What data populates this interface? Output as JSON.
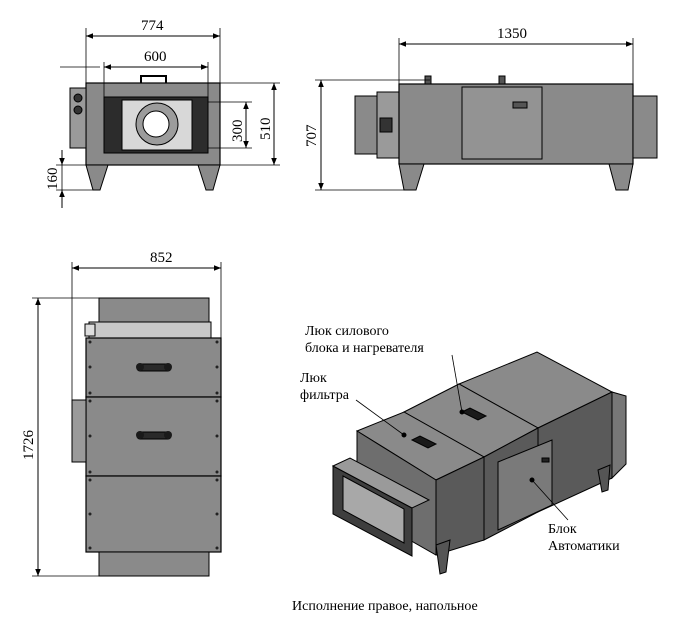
{
  "dimensions": {
    "front_width": "774",
    "front_body_width": "600",
    "front_window_height": "300",
    "front_height": "510",
    "front_leg_height": "160",
    "side_length": "1350",
    "side_height": "707",
    "top_width": "852",
    "top_length": "1726"
  },
  "labels": {
    "power_hatch_line1": "Люк силового",
    "power_hatch_line2": "блока и нагревателя",
    "filter_hatch_line1": "Люк",
    "filter_hatch_line2": "фильтра",
    "control_block_line1": "Блок",
    "control_block_line2": "Автоматики"
  },
  "caption": "Исполнение правое, напольное",
  "colors": {
    "body_fill": "#8a8a8a",
    "dark_fill": "#4a4a4a",
    "light_fill": "#c8c8c8",
    "line": "#000000"
  }
}
